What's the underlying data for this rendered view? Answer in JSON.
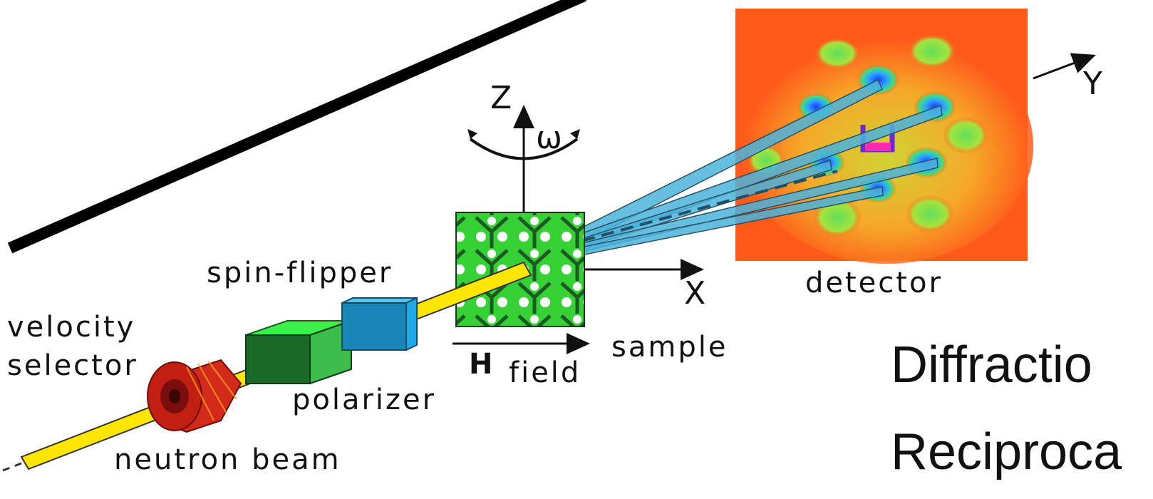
{
  "labels": {
    "velocity_selector_line1": "velocity",
    "velocity_selector_line2": "selector",
    "polarizer": "polarizer",
    "spin_flipper": "spin-flipper",
    "neutron_beam": "neutron beam",
    "sample": "sample",
    "detector": "detector",
    "h_symbol": "H",
    "field": "field"
  },
  "axes": {
    "x": "X",
    "y": "Y",
    "z": "Z",
    "omega": "ω"
  },
  "caption": {
    "line1": "Diffractio",
    "line2": "Reciproca"
  },
  "colors": {
    "beam": "#ffe600",
    "selector": "#d42a1a",
    "polarizer": "#2fb84a",
    "spin_flipper": "#1a8cc7",
    "sample_lattice": "#38d13a",
    "detector_bg": "#ff5a1a",
    "scatter_arrows": "#4bb3dc"
  }
}
